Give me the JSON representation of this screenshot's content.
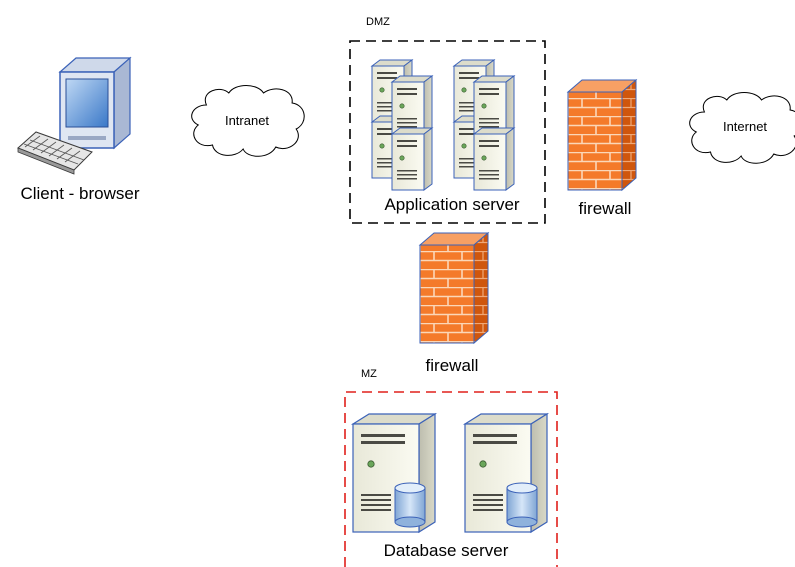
{
  "nodes": {
    "client": {
      "label": "Client - browser",
      "icon": "computer-icon"
    },
    "intranet": {
      "label": "Intranet",
      "icon": "cloud-icon"
    },
    "internet": {
      "label": "Internet",
      "icon": "cloud-icon"
    },
    "app_server": {
      "label": "Application server",
      "icon": "server-cluster-icon"
    },
    "firewall_dmz": {
      "label": "firewall",
      "icon": "firewall-icon"
    },
    "firewall_mz": {
      "label": "firewall",
      "icon": "firewall-icon"
    },
    "db_server": {
      "label": "Database server",
      "icon": "database-server-icon"
    }
  },
  "zones": {
    "dmz": {
      "label": "DMZ",
      "border_color": "#000000"
    },
    "mz": {
      "label": "MZ",
      "border_color": "#e0201c"
    }
  },
  "colors": {
    "firewall_face": "#f47a2a",
    "firewall_side": "#d85a10",
    "server_body": "#f1f1e4",
    "monitor_frame": "#3b62b8"
  }
}
